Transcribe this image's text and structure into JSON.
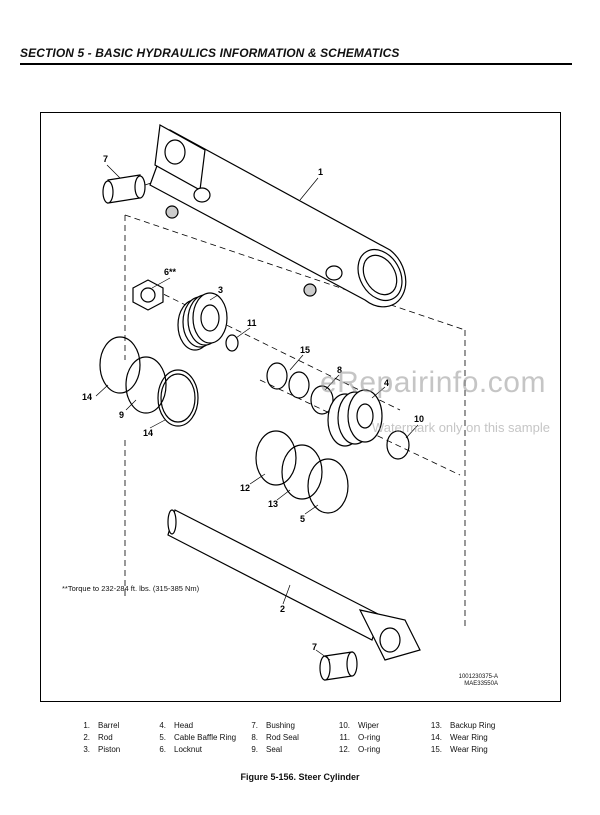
{
  "header": {
    "title": "SECTION 5 - BASIC HYDRAULICS INFORMATION & SCHEMATICS"
  },
  "figure": {
    "callouts": {
      "c1": "1",
      "c2": "2",
      "c3": "3",
      "c4": "4",
      "c5": "5",
      "c6": "6**",
      "c7a": "7",
      "c7b": "7",
      "c8": "8",
      "c9": "9",
      "c10": "10",
      "c11": "11",
      "c12": "12",
      "c13": "13",
      "c14a": "14",
      "c14b": "14",
      "c15": "15"
    },
    "torque_note": "**Torque to 232-284 ft. lbs. (315-385 Nm)",
    "doc_number_1": "1001230375-A",
    "doc_number_2": "MAE33550A",
    "watermark": "eRepairinfo.com",
    "watermark_note": "Watermark only on this sample"
  },
  "legend": {
    "col1": [
      {
        "num": "1.",
        "label": "Barrel"
      },
      {
        "num": "2.",
        "label": "Rod"
      },
      {
        "num": "3.",
        "label": "Piston"
      }
    ],
    "col2": [
      {
        "num": "4.",
        "label": "Head"
      },
      {
        "num": "5.",
        "label": "Cable Baffle Ring"
      },
      {
        "num": "6.",
        "label": "Locknut"
      }
    ],
    "col3": [
      {
        "num": "7.",
        "label": "Bushing"
      },
      {
        "num": "8.",
        "label": "Rod Seal"
      },
      {
        "num": "9.",
        "label": "Seal"
      }
    ],
    "col4": [
      {
        "num": "10.",
        "label": "Wiper"
      },
      {
        "num": "11.",
        "label": "O-ring"
      },
      {
        "num": "12.",
        "label": "O-ring"
      }
    ],
    "col5": [
      {
        "num": "13.",
        "label": "Backup Ring"
      },
      {
        "num": "14.",
        "label": "Wear Ring"
      },
      {
        "num": "15.",
        "label": "Wear Ring"
      }
    ]
  },
  "caption": "Figure 5-156.  Steer Cylinder"
}
